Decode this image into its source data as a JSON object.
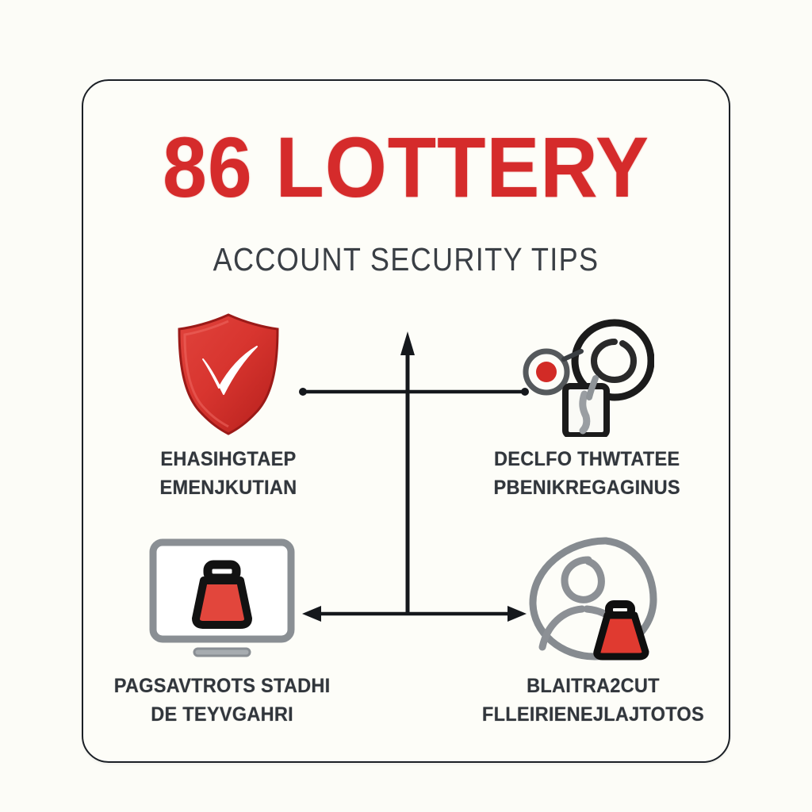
{
  "page": {
    "background_color": "#FCFCF7",
    "card_background_color": "#FDFDF8",
    "card_border_color": "#1B2026",
    "accent_red": "#D52B2B",
    "text_color": "#31363C"
  },
  "header": {
    "title": "86 LOTTERY",
    "subtitle": "ACCOUNT SECURITY TIPS"
  },
  "quadrants": [
    {
      "position": "top-left",
      "icon": "shield-check-icon",
      "icon_colors": {
        "shield": "#D8352F",
        "check": "#FFFFFF"
      },
      "caption_line1": "EHASIHGTAEP",
      "caption_line2": "EMENJKUTIAN"
    },
    {
      "position": "top-right",
      "icon": "key-tag-icon",
      "icon_colors": {
        "outline": "#1B1B1B",
        "dot": "#D22B26"
      },
      "caption_line1": "DECLFO THWTATEE",
      "caption_line2": "PBENIKREGAGINUS"
    },
    {
      "position": "bottom-left",
      "icon": "monitor-lock-icon",
      "icon_colors": {
        "outline": "#8A8F94",
        "lock": "#E2463C"
      },
      "caption_line1": "PAGSAVTROTS STADHI",
      "caption_line2": "DE TEYVGAHRI"
    },
    {
      "position": "bottom-right",
      "icon": "user-lock-icon",
      "icon_colors": {
        "outline": "#868B90",
        "lock": "#E03A30"
      },
      "caption_line1": "BLAITRA2CUT",
      "caption_line2": "FLLEIRIENEJLAJTOTOS"
    }
  ],
  "connectors": {
    "vertical_arrow": "up-arrow",
    "top_horizontal": "plain-line",
    "bottom_horizontal": "double-headed-arrow",
    "color": "#15181C"
  }
}
